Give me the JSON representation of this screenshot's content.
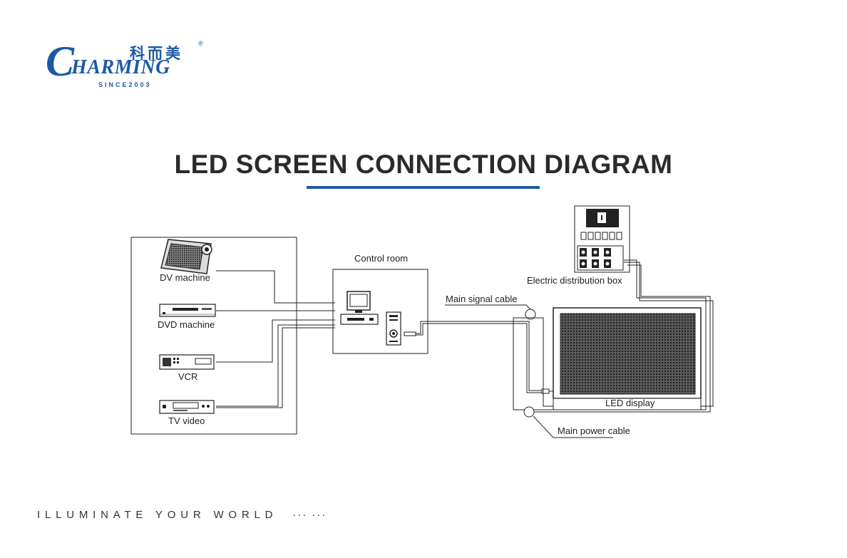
{
  "brand": {
    "name_cn": "科而美",
    "registered_mark": "®",
    "initial": "C",
    "name_rest": "HARMING",
    "since": "SINCE2003",
    "color": "#1d5aa5"
  },
  "title": "LED SCREEN CONNECTION DIAGRAM",
  "accent_color": "#1d5aa5",
  "diagram": {
    "sources": [
      {
        "label": "DV machine",
        "icon": "camcorder-icon"
      },
      {
        "label": "DVD machine",
        "icon": "dvd-player-icon"
      },
      {
        "label": "VCR",
        "icon": "vcr-icon"
      },
      {
        "label": "TV video",
        "icon": "tv-tuner-icon"
      }
    ],
    "control_room": "Control room",
    "distribution_box": "Electric distribution box",
    "signal_cable": "Main signal cable",
    "power_cable": "Main power cable",
    "led_display": "LED display"
  },
  "footer": {
    "slogan": "ILLUMINATE YOUR WORLD",
    "dots": "··· ···"
  }
}
